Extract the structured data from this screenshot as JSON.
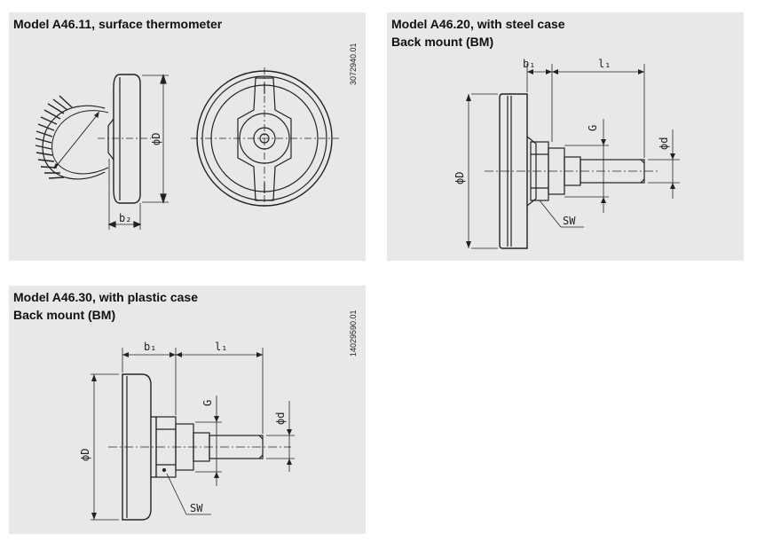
{
  "panels": {
    "a4611": {
      "title": "Model A46.11, surface thermometer",
      "doc_number": "3072940.01",
      "labels": {
        "diameter": "ϕD",
        "b2": "b₂"
      }
    },
    "a4620": {
      "title_line1": "Model A46.20, with steel case",
      "title_line2": "Back mount (BM)",
      "labels": {
        "b1": "b₁",
        "l1": "l₁",
        "g": "G",
        "d": "ϕd",
        "diameter": "ϕD",
        "sw": "SW"
      }
    },
    "a4630": {
      "title_line1": "Model A46.30, with plastic case",
      "title_line2": "Back mount (BM)",
      "doc_number": "14029590.01",
      "labels": {
        "b1": "b₁",
        "l1": "l₁",
        "g": "G",
        "d": "ϕd",
        "diameter": "ϕD",
        "sw": "SW"
      }
    }
  },
  "colors": {
    "panel_bg": "#e8e8e8",
    "line": "#222222"
  }
}
